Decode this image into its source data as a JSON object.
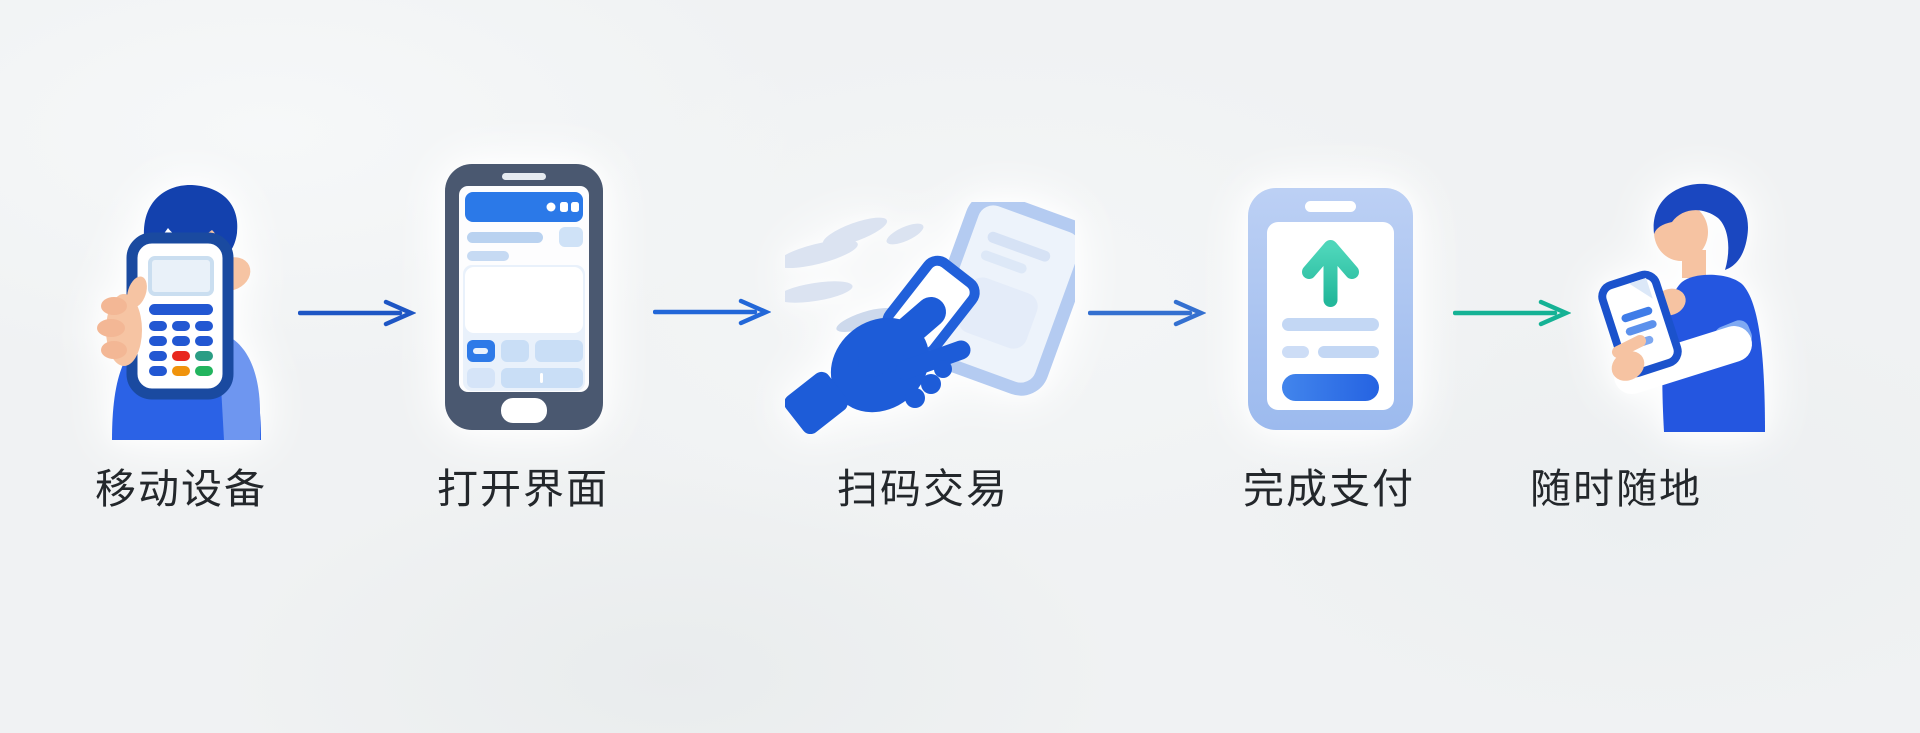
{
  "diagram": {
    "type": "process-flow",
    "background_color": "#f0f2f3",
    "label_color": "#23272b",
    "steps": [
      {
        "label": "移动设备",
        "icon": "person-with-pos-terminal-icon"
      },
      {
        "label": "打开界面",
        "icon": "smartphone-interface-icon"
      },
      {
        "label": "扫码交易",
        "icon": "hand-scan-phone-icon"
      },
      {
        "label": "完成支付",
        "icon": "payment-upload-tablet-icon"
      },
      {
        "label": "随时随地",
        "icon": "person-holding-phone-icon"
      }
    ],
    "arrows": [
      {
        "color": "#1e56c4"
      },
      {
        "color": "#2267d8"
      },
      {
        "color": "#3470d0"
      },
      {
        "color": "#15b295"
      }
    ],
    "palette": {
      "primary_blue": "#2563e0",
      "dark_navy": "#1a4aa0",
      "hair_blue": "#1341ae",
      "phone_body_slate": "#4a5870",
      "light_periwinkle": "#b4cbf1",
      "teal_accent": "#35cbb0",
      "skin": "#f6c4a3",
      "pos_key_red": "#e8281e",
      "pos_key_orange": "#f0930c",
      "pos_key_green": "#22b45e",
      "pos_key_teal": "#2a9d84"
    }
  }
}
